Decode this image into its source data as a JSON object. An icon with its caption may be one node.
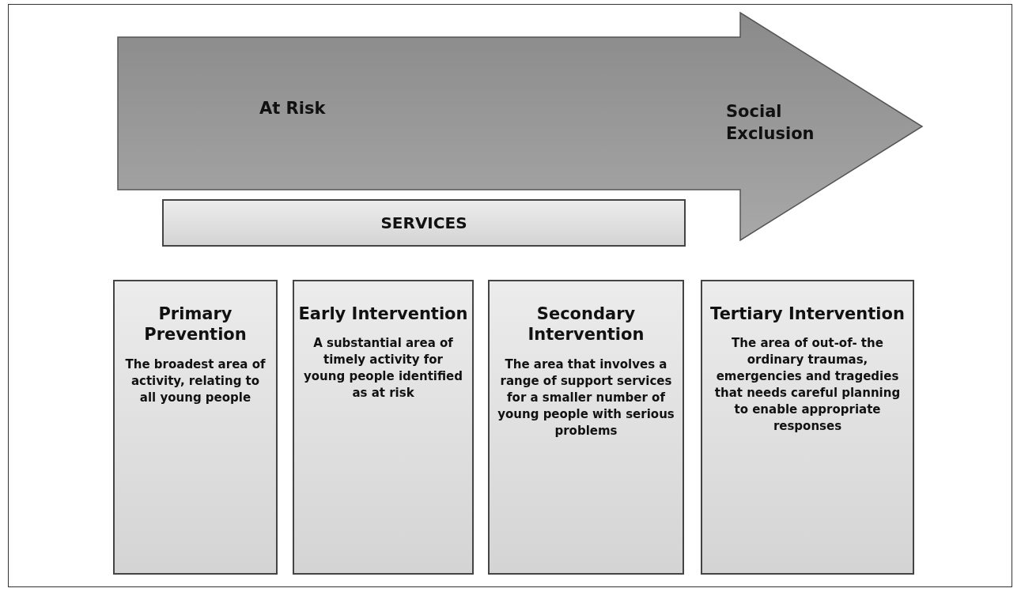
{
  "diagram": {
    "nodes": [
      {
        "text": [
          "At Risk",
          "Social Exclusion"
        ]
      },
      {
        "text": [
          "SERVICES"
        ]
      },
      {
        "text": [
          "Primary Prevention",
          "The broadest area of activity, relating to all young people"
        ]
      },
      {
        "text": [
          "Early Intervention",
          "A substantial area of timely activity for young people identified as at risk"
        ]
      },
      {
        "text": [
          "Secondary Intervention",
          "The area that involves a range of support services for a smaller number of young people with serious problems"
        ]
      },
      {
        "text": [
          "Tertiary Intervention",
          "The area of out-of- the ordinary traumas, emergencies and tragedies that needs careful planning to enable appropriate responses"
        ]
      }
    ]
  }
}
